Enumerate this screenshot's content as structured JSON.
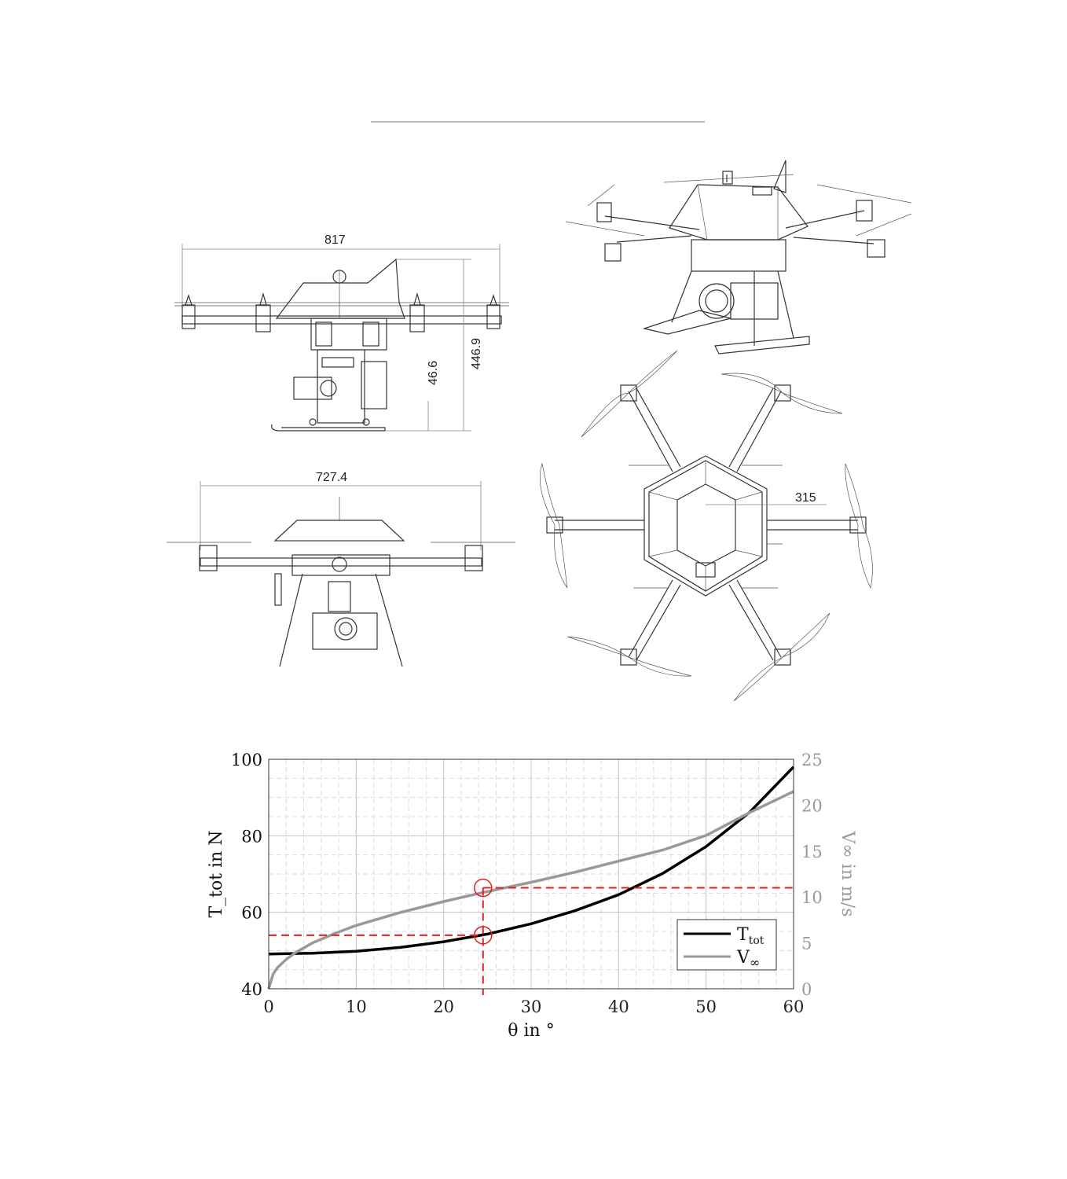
{
  "drawing": {
    "dimensions": {
      "front_width": "817",
      "total_height": "446.9",
      "ground_clearance": "46.6",
      "side_width": "727.4",
      "top_radius": "315"
    }
  },
  "chart_data": {
    "type": "line",
    "xlabel": "θ in °",
    "ylabel_left": "T_tot in N",
    "ylabel_right": "V∞ in m/s",
    "xlim": [
      0,
      60
    ],
    "ylim_left": [
      40,
      100
    ],
    "ylim_right": [
      0,
      25
    ],
    "xticks": [
      0,
      10,
      20,
      30,
      40,
      50,
      60
    ],
    "yticks_left": [
      40,
      60,
      80,
      100
    ],
    "yticks_right": [
      0,
      5,
      10,
      15,
      20,
      25
    ],
    "grid": true,
    "legend_position": "bottom-right",
    "series": [
      {
        "name": "T_tot",
        "axis": "left",
        "color": "#000000",
        "x": [
          0,
          5,
          10,
          15,
          20,
          25,
          30,
          35,
          40,
          45,
          50,
          55,
          60
        ],
        "y": [
          49.1,
          49.3,
          49.8,
          50.8,
          52.3,
          54.3,
          57.0,
          60.4,
          64.6,
          70.1,
          77.2,
          86.2,
          98.0
        ]
      },
      {
        "name": "V∞",
        "axis": "right",
        "color": "#999999",
        "x": [
          0,
          0.5,
          1,
          2,
          3,
          5,
          7.5,
          10,
          15,
          20,
          24.5,
          30,
          35,
          40,
          45,
          50,
          55,
          60
        ],
        "y": [
          0,
          1.6,
          2.3,
          3.2,
          3.9,
          5.0,
          6.0,
          6.9,
          8.3,
          9.5,
          10.5,
          11.6,
          12.7,
          13.9,
          15.1,
          16.7,
          19.2,
          21.5
        ]
      }
    ],
    "annotations": {
      "marker_x": 24.5,
      "marker_T": 54.0,
      "marker_V": 11.0,
      "color": "#e02020"
    },
    "legend": {
      "T_main": "T",
      "T_sub": "tot",
      "V_main": "V",
      "V_sub": "∞"
    }
  }
}
